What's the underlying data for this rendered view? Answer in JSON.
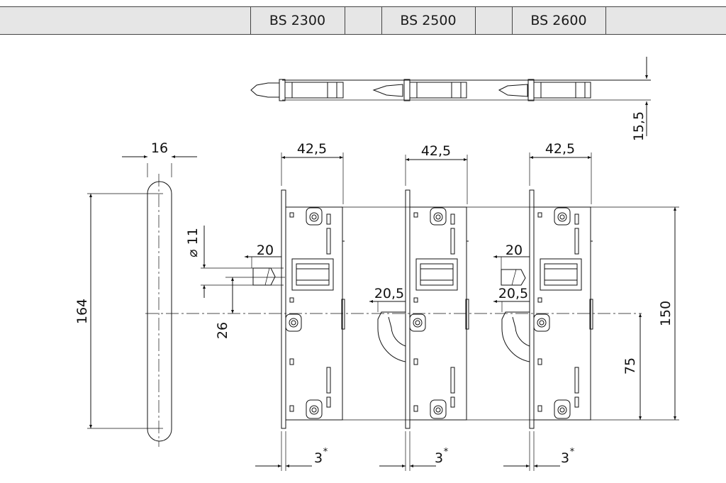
{
  "header": {
    "models": [
      "BS 2300",
      "BS 2500",
      "BS 2600"
    ]
  },
  "dimensions": {
    "handle_width": "16",
    "handle_length": "164",
    "pin_diameter": "⌀ 11",
    "pin_length": "20",
    "pin_offset": "26",
    "body_width": "42,5",
    "height_total": "150",
    "height_lower": "75",
    "hook_width": "20,5",
    "top_thickness": "15,5",
    "faceplate": "3",
    "faceplate_note": "*"
  }
}
